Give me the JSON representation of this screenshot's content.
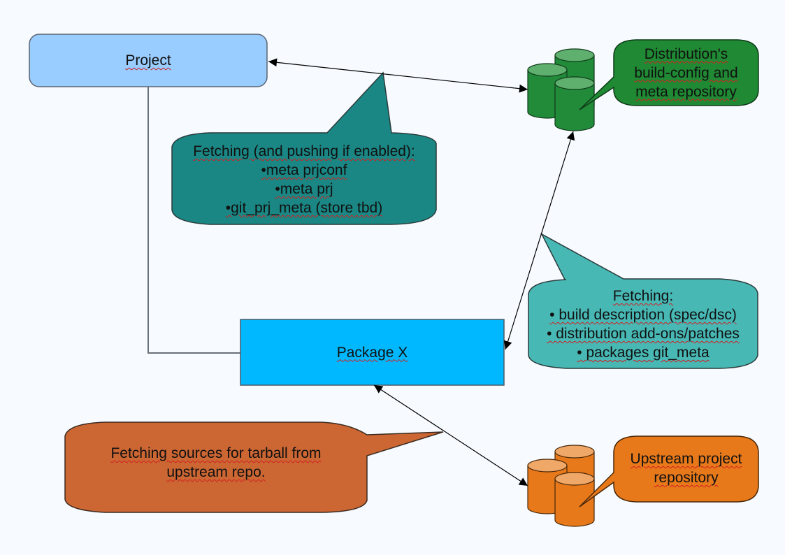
{
  "diagram": {
    "nodes": {
      "project": {
        "label": "Project",
        "color": "#99ccff"
      },
      "package": {
        "label": "Package X",
        "color": "#00b8ff"
      },
      "dist_repo": {
        "kind": "database",
        "color": "#228b3a",
        "top_color": "#5fb06e"
      },
      "upstream_repo": {
        "kind": "database",
        "color": "#e8791a",
        "top_color": "#f0a868"
      }
    },
    "callouts": {
      "dist_repo": {
        "lines": [
          "Distribution's",
          "build-config and",
          "meta repository"
        ],
        "color": "#1f8a33"
      },
      "project_fetch": {
        "lines": [
          "Fetching (and pushing if enabled):",
          "•meta prjconf",
          "•meta prj",
          "•git_prj_meta (store tbd)"
        ],
        "color": "#1a8784"
      },
      "package_fetch": {
        "lines": [
          "Fetching:",
          "• build description (spec/dsc)",
          "• distribution add-ons/patches",
          "• packages git_meta"
        ],
        "color": "#48b8b5"
      },
      "upstream_fetch": {
        "lines": [
          "Fetching sources for tarball from",
          "upstream repo."
        ],
        "color": "#cc6633"
      },
      "upstream_repo": {
        "lines": [
          "Upstream project",
          "repository"
        ],
        "color": "#e8791a"
      }
    },
    "edges": [
      {
        "from": "project",
        "to": "dist_repo",
        "type": "bidirectional-arrow"
      },
      {
        "from": "dist_repo",
        "to": "package",
        "type": "bidirectional-arrow"
      },
      {
        "from": "package",
        "to": "upstream_repo",
        "type": "bidirectional-arrow"
      },
      {
        "from": "project",
        "to": "package",
        "type": "connector"
      }
    ]
  }
}
